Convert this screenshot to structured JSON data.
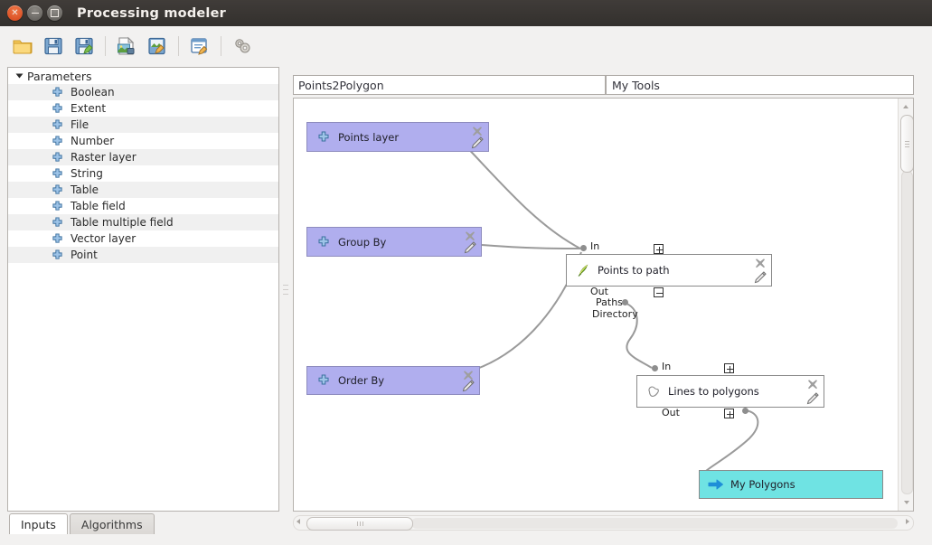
{
  "window": {
    "title": "Processing modeler",
    "controls": [
      {
        "name": "close",
        "glyph": "×"
      },
      {
        "name": "minimize",
        "glyph": "–"
      },
      {
        "name": "maximize",
        "glyph": "□"
      }
    ]
  },
  "toolbar": {
    "buttons": [
      {
        "name": "open-model-icon",
        "title": "Open Model"
      },
      {
        "name": "save-icon",
        "title": "Save"
      },
      {
        "name": "save-as-icon",
        "title": "Save As"
      },
      {
        "name": "export-image-icon",
        "title": "Export as Image"
      },
      {
        "name": "export-script-icon",
        "title": "Export as Script"
      },
      {
        "name": "edit-help-icon",
        "title": "Edit model help"
      },
      {
        "name": "run-model-icon",
        "title": "Run model"
      }
    ]
  },
  "sidebar": {
    "root": {
      "label": "Parameters",
      "expanded": true
    },
    "items": [
      {
        "label": "Boolean",
        "icon": "add-parameter-icon"
      },
      {
        "label": "Extent",
        "icon": "add-parameter-icon"
      },
      {
        "label": "File",
        "icon": "add-parameter-icon"
      },
      {
        "label": "Number",
        "icon": "add-parameter-icon"
      },
      {
        "label": "Raster layer",
        "icon": "add-parameter-icon"
      },
      {
        "label": "String",
        "icon": "add-parameter-icon"
      },
      {
        "label": "Table",
        "icon": "add-parameter-icon"
      },
      {
        "label": "Table field",
        "icon": "add-parameter-icon"
      },
      {
        "label": "Table multiple field",
        "icon": "add-parameter-icon"
      },
      {
        "label": "Vector layer",
        "icon": "add-parameter-icon"
      },
      {
        "label": "Point",
        "icon": "add-parameter-icon"
      }
    ],
    "tabs": [
      {
        "label": "Inputs",
        "active": true
      },
      {
        "label": "Algorithms",
        "active": false
      }
    ]
  },
  "fields": {
    "model_name": "Points2Polygon",
    "model_group": "My Tools"
  },
  "canvas": {
    "colors": {
      "parameter_fill": "#b0aeee",
      "parameter_border": "#8e8cbe",
      "algorithm_fill": "#ffffff",
      "output_fill": "#6fe3e3",
      "connector": "#9a9a9a"
    },
    "nodes": [
      {
        "id": "points-layer",
        "type": "parameter",
        "label": "Points layer",
        "icon": "add-parameter-icon"
      },
      {
        "id": "group-by",
        "type": "parameter",
        "label": "Group By",
        "icon": "add-parameter-icon"
      },
      {
        "id": "order-by",
        "type": "parameter",
        "label": "Order By",
        "icon": "add-parameter-icon"
      },
      {
        "id": "points-to-path",
        "type": "algorithm",
        "label": "Points to path",
        "icon": "points-to-path-icon",
        "in_label": "In",
        "out_label": "Out",
        "outputs": [
          "Paths",
          "Directory"
        ],
        "in_toggle": "+",
        "out_toggle": "-"
      },
      {
        "id": "lines-to-polygons",
        "type": "algorithm",
        "label": "Lines to polygons",
        "icon": "polygon-icon",
        "in_label": "In",
        "out_label": "Out",
        "in_toggle": "+",
        "out_toggle": "+"
      },
      {
        "id": "my-polygons",
        "type": "output",
        "label": "My Polygons",
        "icon": "output-arrow-icon"
      }
    ]
  }
}
